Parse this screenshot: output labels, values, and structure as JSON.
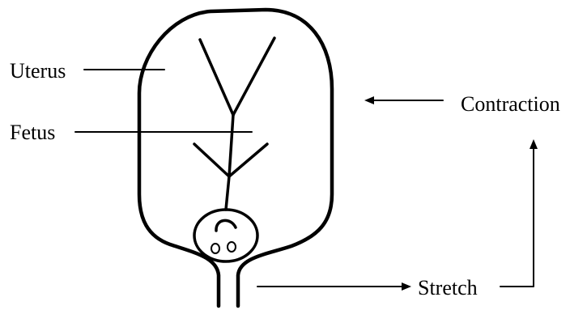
{
  "labels": {
    "uterus": "Uterus",
    "fetus": "Fetus",
    "contraction": "Contraction",
    "stretch": "Stretch"
  }
}
